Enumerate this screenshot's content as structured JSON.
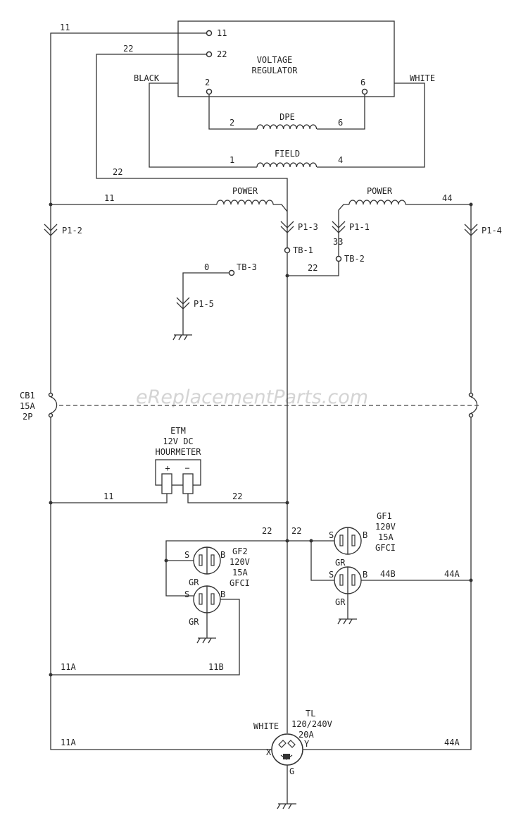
{
  "regulator": {
    "line1": "VOLTAGE",
    "line2": "REGULATOR",
    "pin11": "11",
    "pin22": "22",
    "pin2": "2",
    "pin6": "6"
  },
  "dpe": {
    "label": "DPE",
    "left": "2",
    "right": "6"
  },
  "field": {
    "label": "FIELD",
    "left": "1",
    "right": "4"
  },
  "wires": {
    "w11_top": "11",
    "w22_top": "22",
    "black": "BLACK",
    "white": "WHITE",
    "w22_mid": "22",
    "w11_power": "11",
    "w44_power": "44",
    "w0": "0",
    "w22_tb": "22",
    "w33": "33",
    "etm_11": "11",
    "etm_22": "22",
    "gf_22a": "22",
    "gf_22b": "22",
    "w44b": "44B",
    "w44a_mid": "44A",
    "w11a_mid": "11A",
    "w11b": "11B",
    "w11a_bot": "11A",
    "w44a_bot": "44A"
  },
  "power_left": "POWER",
  "power_right": "POWER",
  "plugs": {
    "p12": "P1-2",
    "p13": "P1-3",
    "p11": "P1-1",
    "p14": "P1-4",
    "p15": "P1-5"
  },
  "terminals": {
    "tb1": "TB-1",
    "tb2": "TB-2",
    "tb3": "TB-3"
  },
  "breaker": {
    "name": "CB1",
    "rating": "15A",
    "poles": "2P"
  },
  "etm": {
    "line1": "ETM",
    "line2": "12V DC",
    "line3": "HOURMETER",
    "plus": "+",
    "minus": "−"
  },
  "gf1": {
    "l1": "GF1",
    "l2": "120V",
    "l3": "15A",
    "l4": "GFCI"
  },
  "gf2": {
    "l1": "GF2",
    "l2": "120V",
    "l3": "15A",
    "l4": "GFCI"
  },
  "receptacle_pins": {
    "s": "S",
    "b": "B",
    "gr": "GR"
  },
  "tl": {
    "name": "TL",
    "rating": "120/240V",
    "amps": "20A",
    "white": "WHITE",
    "x": "X",
    "y": "Y",
    "g": "G"
  },
  "watermark": "eReplacementParts.com"
}
